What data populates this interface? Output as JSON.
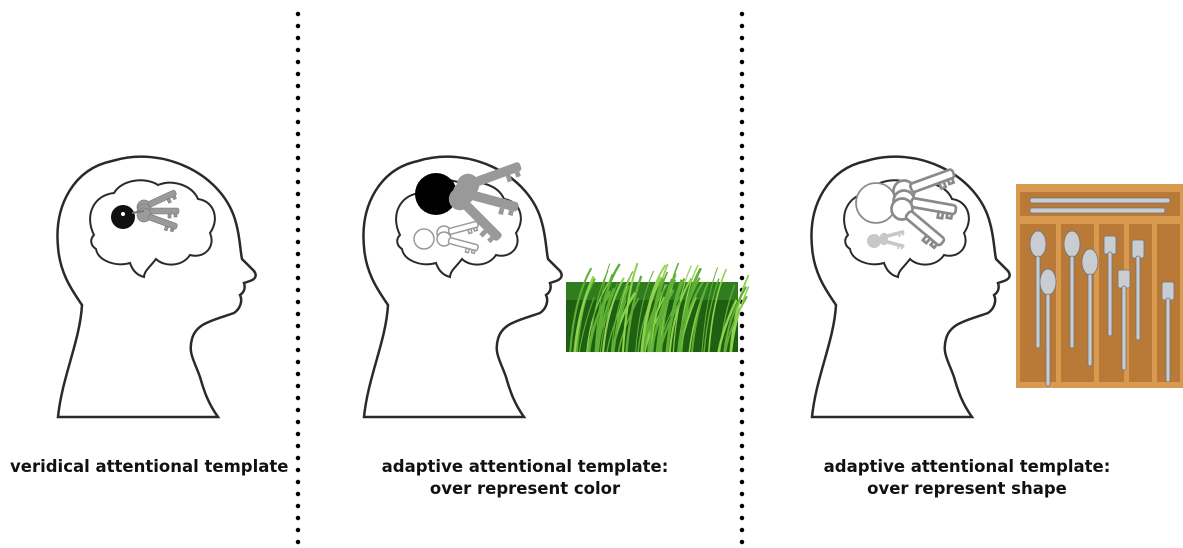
{
  "panels": [
    {
      "id": "veridical",
      "caption_lines": [
        "veridical attentional template"
      ]
    },
    {
      "id": "color",
      "caption_lines": [
        "adaptive attentional template:",
        "over represent color"
      ]
    },
    {
      "id": "shape",
      "caption_lines": [
        "adaptive attentional template:",
        "over represent shape"
      ]
    }
  ],
  "colors": {
    "outline": "#2a2a2a",
    "key_gray": "#9a9a9a",
    "fob_black": "#000000",
    "faded_gray": "#c8c8c8",
    "grass_green": "#3f8f2a",
    "wood": "#d79a4e",
    "silver": "#c9cdd2"
  },
  "icons": [
    "head-outline-icon",
    "keys-icon",
    "grass-photo",
    "cutlery-drawer-photo"
  ]
}
